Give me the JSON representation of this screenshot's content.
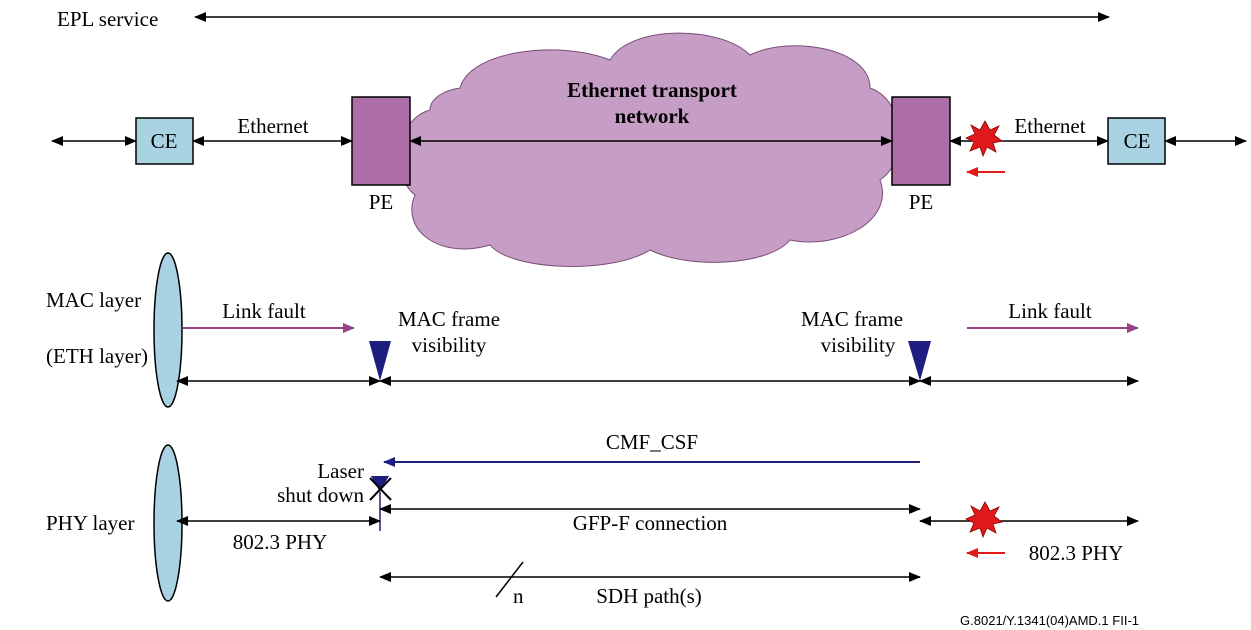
{
  "colors": {
    "box_ce": "#a9d3e3",
    "box_pe": "#ad6ea8",
    "cloud": "#c69dc5",
    "ellipse": "#a9d3e3",
    "link_fault_arrow": "#9b3f8a",
    "cmf_arrow": "#1e1e80",
    "triangle": "#1e1e80",
    "fault_star": "#e01a1a",
    "fault_arrow": "#e01a1a"
  },
  "service": {
    "label": "EPL service"
  },
  "network": {
    "ce_left": "CE",
    "ce_right": "CE",
    "ethernet_left": "Ethernet",
    "ethernet_right": "Ethernet",
    "pe_left": "PE",
    "pe_right": "PE",
    "cloud_line1": "Ethernet transport",
    "cloud_line2": "network"
  },
  "mac": {
    "layer_line1": "MAC layer",
    "layer_line2": "(ETH  layer)",
    "link_fault_left": "Link fault",
    "link_fault_right": "Link fault",
    "visibility_left_line1": "MAC frame",
    "visibility_left_line2": "visibility",
    "visibility_right_line1": "MAC frame",
    "visibility_right_line2": "visibility"
  },
  "phy": {
    "layer": "PHY layer",
    "cmf": "CMF_CSF",
    "laser_line1": "Laser",
    "laser_line2": "shut down",
    "gfp": "GFP-F  connection",
    "phy_left": "802.3 PHY",
    "phy_right": "802.3 PHY",
    "sdh": "SDH  path(s)",
    "n": "n"
  },
  "figure_id": "G.8021/Y.1341(04)AMD.1  FII-1"
}
